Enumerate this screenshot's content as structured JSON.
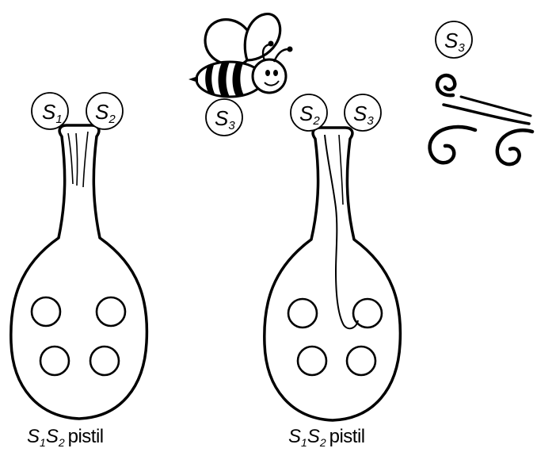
{
  "left_pistil": {
    "stigma_alleles": [
      {
        "symbol": "S",
        "index": "1"
      },
      {
        "symbol": "S",
        "index": "2"
      }
    ],
    "caption": {
      "a_symbol": "S",
      "a_index": "1",
      "b_symbol": "S",
      "b_index": "2",
      "word": "pistil"
    },
    "ovule_count": 4
  },
  "right_pistil": {
    "stigma_alleles": [
      {
        "symbol": "S",
        "index": "2"
      },
      {
        "symbol": "S",
        "index": "3"
      }
    ],
    "caption": {
      "a_symbol": "S",
      "a_index": "1",
      "b_symbol": "S",
      "b_index": "2",
      "word": "pistil"
    },
    "ovule_count": 4
  },
  "bee_pollen": {
    "symbol": "S",
    "index": "3"
  },
  "wind_pollen": {
    "symbol": "S",
    "index": "3"
  },
  "icons": [
    "bee-icon",
    "wind-icon"
  ],
  "colors": {
    "stroke": "#000000",
    "background": "#ffffff"
  }
}
